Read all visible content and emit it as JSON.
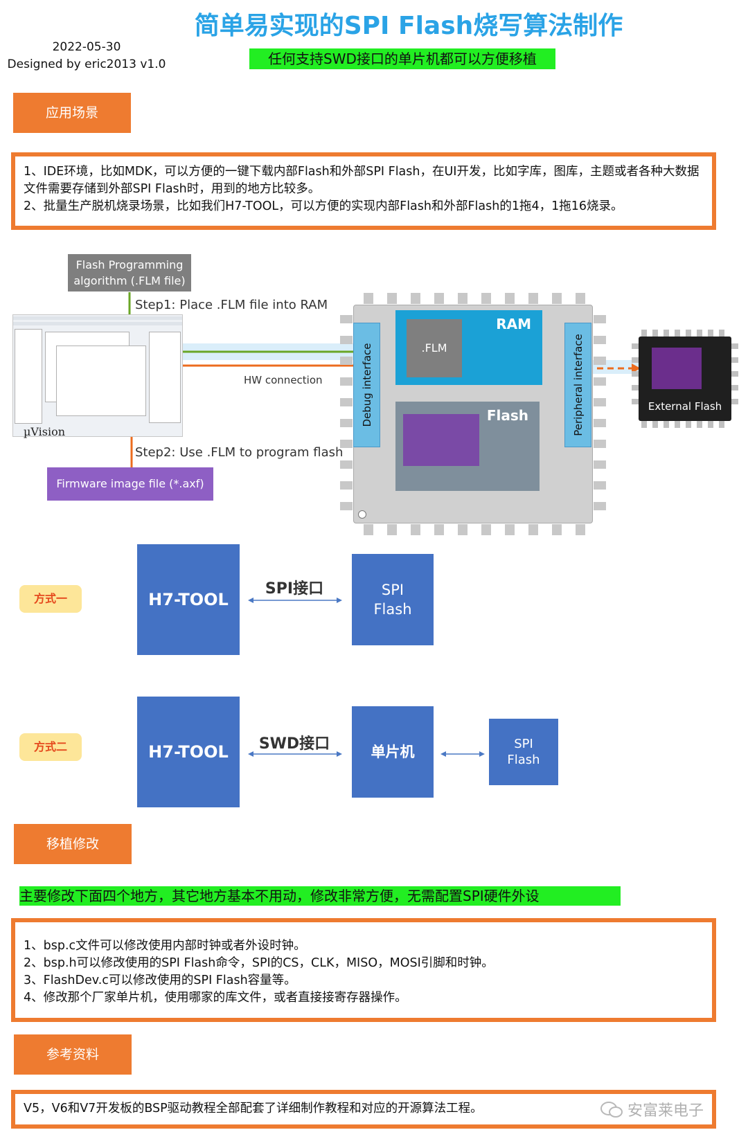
{
  "header": {
    "title": "简单易实现的SPI Flash烧写算法制作",
    "date": "2022-05-30",
    "designer": "Designed by eric2013 v1.0",
    "subtitle": "任何支持SWD接口的单片机都可以方便移植"
  },
  "section_app": {
    "tag": "应用场景",
    "lines": [
      "1、IDE环境，比如MDK，可以方便的一键下载内部Flash和外部SPI Flash，在UI开发，比如字库，图库，主题或者各种大数据文件需要存储到外部SPI Flash时，用到的地方比较多。",
      "2、批量生产脱机烧录场景，比如我们H7-TOOL，可以方便的实现内部Flash和外部Flash的1拖4，1拖16烧录。"
    ]
  },
  "flow": {
    "algo_tag_line1": "Flash Programming",
    "algo_tag_line2": "algorithm (.FLM file)",
    "step1": "Step1:  Place .FLM file into RAM",
    "hw": "HW connection",
    "step2": "Step2: Use .FLM to program flash",
    "firmware": "Firmware image file (*.axf)",
    "uvision": "µVision",
    "debug_if": "Debug interface",
    "periph_if": "Peripheral interface",
    "ram": "RAM",
    "flm": ".FLM",
    "flash": "Flash",
    "ext_flash": "External Flash"
  },
  "method1": {
    "tag": "方式一",
    "tool": "H7-TOOL",
    "iface": "SPI接口",
    "target_line1": "SPI",
    "target_line2": "Flash"
  },
  "method2": {
    "tag": "方式二",
    "tool": "H7-TOOL",
    "iface": "SWD接口",
    "mcu": "单片机",
    "target_line1": "SPI",
    "target_line2": "Flash"
  },
  "section_port": {
    "tag": "移植修改",
    "highlight": "主要修改下面四个地方，其它地方基本不用动，修改非常方便，无需配置SPI硬件外设",
    "lines": [
      "1、bsp.c文件可以修改使用内部时钟或者外设时钟。",
      "2、bsp.h可以修改使用的SPI Flash命令，SPI的CS，CLK，MISO，MOSI引脚和时钟。",
      "3、FlashDev.c可以修改使用的SPI Flash容量等。",
      "4、修改那个厂家单片机，使用哪家的库文件，或者直接接寄存器操作。"
    ]
  },
  "section_ref": {
    "tag": "参考资料",
    "line": "V5，V6和V7开发板的BSP驱动教程全部配套了详细制作教程和对应的开源算法工程。"
  },
  "watermark": "安富莱电子",
  "colors": {
    "orange": "#ee7b30",
    "green": "#22ee22",
    "blue": "#4472c4",
    "title": "#2aa3e6"
  }
}
